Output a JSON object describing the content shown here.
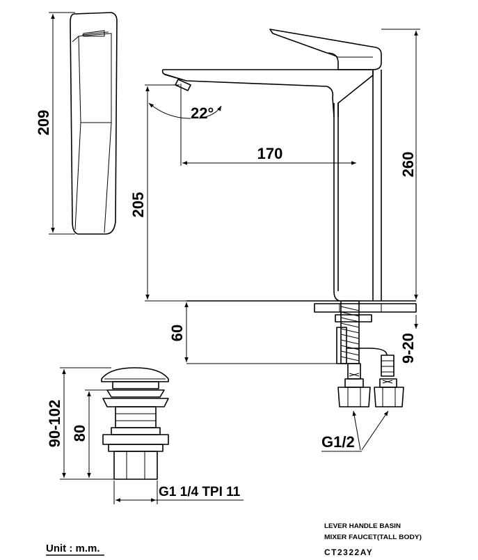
{
  "dimensions": {
    "handle_height": "209",
    "spout_reach": "170",
    "spout_height": "205",
    "total_height": "260",
    "spout_angle": "22°",
    "shank_length": "60",
    "deck_thickness": "9-20",
    "hose_thread": "G1/2",
    "waste_total_height": "90-102",
    "waste_body_height": "80",
    "waste_thread": "G1 1/4 TPI 11"
  },
  "title_block": {
    "line1": "LEVER HANDLE BASIN",
    "line2": "MIXER FAUCET(TALL BODY)",
    "model": "CT2322AY"
  },
  "unit_label": "Unit : m.m."
}
